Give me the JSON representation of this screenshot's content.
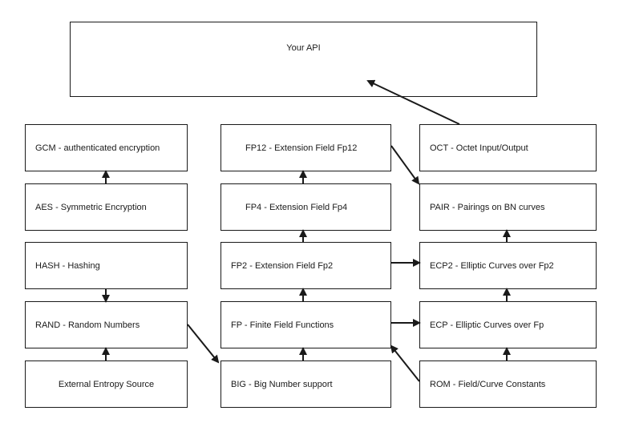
{
  "boxes": {
    "api": "Your API",
    "gcm": "GCM - authenticated encryption",
    "aes": "AES - Symmetric Encryption",
    "hash": "HASH - Hashing",
    "rand": "RAND - Random Numbers",
    "entropy": "External Entropy Source",
    "fp12": "FP12 - Extension Field Fp12",
    "fp4": "FP4 - Extension Field Fp4",
    "fp2": "FP2 - Extension Field Fp2",
    "fp": "FP - Finite Field Functions",
    "big": "BIG - Big Number support",
    "oct": "OCT - Octet Input/Output",
    "pair": "PAIR - Pairings on BN curves",
    "ecp2": "ECP2 - Elliptic Curves over Fp2",
    "ecp": "ECP - Elliptic Curves over Fp",
    "rom": "ROM - Field/Curve Constants"
  },
  "edges": [
    {
      "from": "oct",
      "to": "api"
    },
    {
      "from": "aes",
      "to": "gcm"
    },
    {
      "from": "hash",
      "to": "rand"
    },
    {
      "from": "entropy",
      "to": "rand"
    },
    {
      "from": "rand",
      "to": "big"
    },
    {
      "from": "fp4",
      "to": "fp12"
    },
    {
      "from": "fp2",
      "to": "fp4"
    },
    {
      "from": "fp",
      "to": "fp2"
    },
    {
      "from": "big",
      "to": "fp"
    },
    {
      "from": "fp12",
      "to": "pair"
    },
    {
      "from": "ecp2",
      "to": "pair"
    },
    {
      "from": "fp2",
      "to": "ecp2"
    },
    {
      "from": "ecp",
      "to": "ecp2"
    },
    {
      "from": "fp",
      "to": "ecp"
    },
    {
      "from": "rom",
      "to": "ecp"
    },
    {
      "from": "rom",
      "to": "fp"
    }
  ]
}
